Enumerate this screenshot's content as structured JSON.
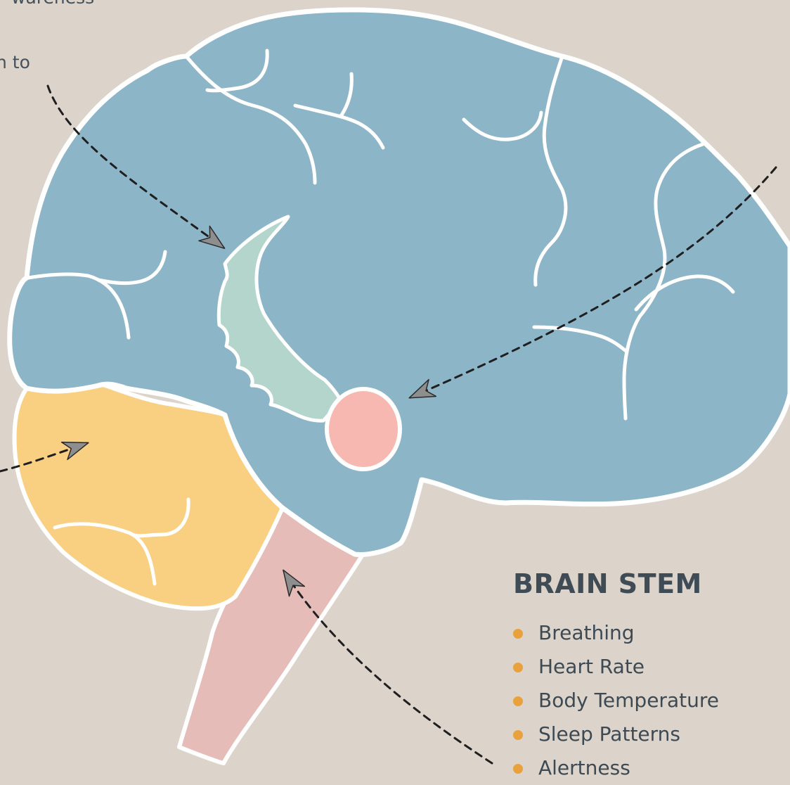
{
  "text_fragments": {
    "awareness": "wareness",
    "to": "n to"
  },
  "brain_stem_panel": {
    "title": "BRAIN STEM",
    "items": [
      "Breathing",
      "Heart Rate",
      "Body Temperature",
      "Sleep Patterns",
      "Alertness"
    ]
  },
  "colors": {
    "background": "#dcd3ca",
    "cerebrum": "#8db5c8",
    "cerebellum": "#f9cf82",
    "brain_stem": "#e5bcb8",
    "hippocampus": "#b3d5cc",
    "amygdala": "#f6b8b1",
    "outline": "#ffffff",
    "bullet": "#e9a23b",
    "text": "#3f4c55"
  }
}
